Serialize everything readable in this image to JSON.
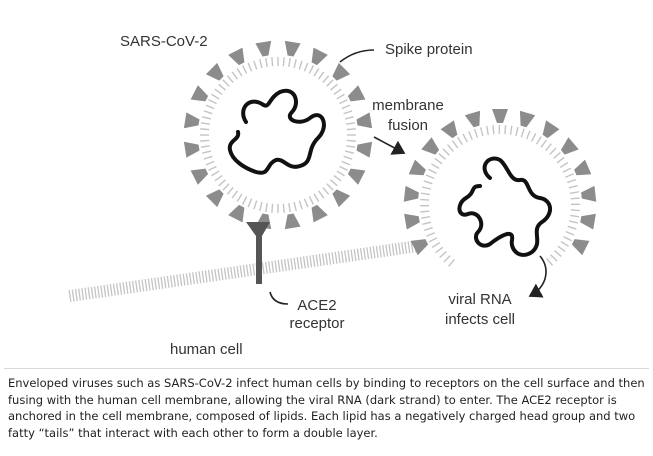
{
  "figure": {
    "labels": {
      "virus_name": "SARS-CoV-2",
      "spike_protein": "Spike protein",
      "membrane_fusion_line1": "membrane",
      "membrane_fusion_line2": "fusion",
      "ace2_line1": "ACE2",
      "ace2_line2": "receptor",
      "viral_rna_line1": "viral RNA",
      "viral_rna_line2": "infects cell",
      "human_cell": "human cell"
    },
    "caption": "Enveloped viruses such as SARS-CoV-2 infect human cells by binding to receptors on the cell surface and then fusing with the human cell membrane, allowing the viral RNA (dark strand) to enter. The ACE2 receptor is anchored in the cell membrane, composed of lipids. Each lipid has a negatively charged head group and two fatty “tails” that interact with each other to form a double layer.",
    "colors": {
      "spike": "#8c8c8c",
      "membrane_lipid": "#c4c4c4",
      "rna": "#111111",
      "receptor": "#555555",
      "arrow": "#222222"
    }
  }
}
